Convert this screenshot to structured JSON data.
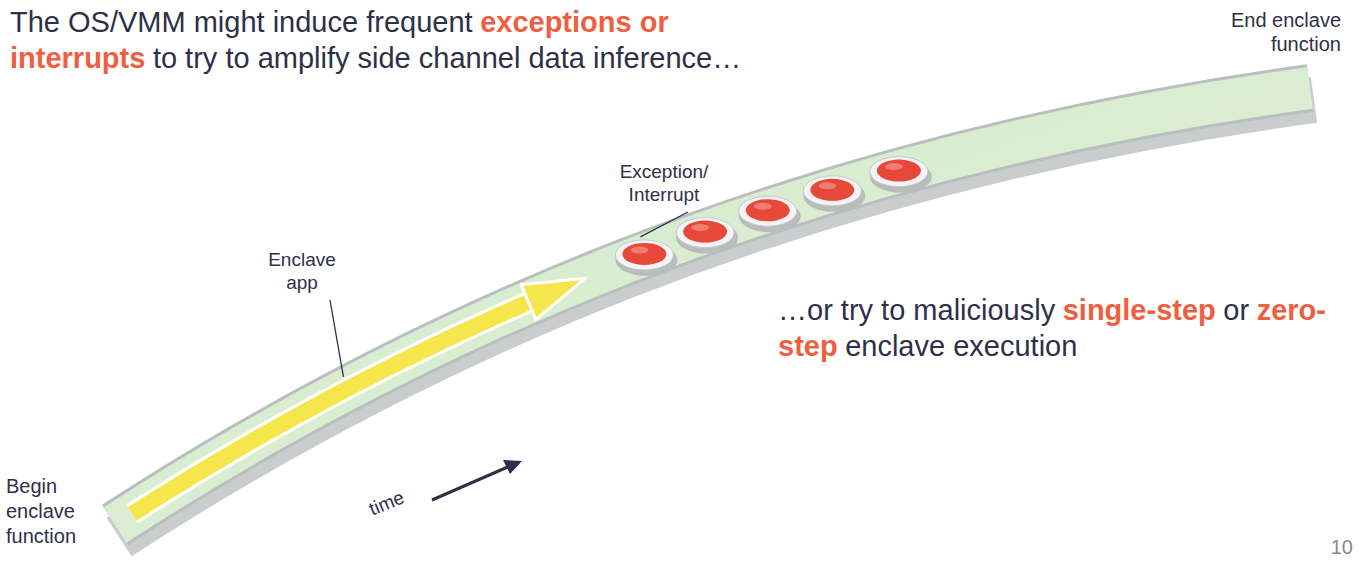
{
  "diagram": {
    "labels": [
      "The OS/VMM might induce frequent",
      "exceptions or interrupts",
      "to try to amplify side channel data inference…",
      "End enclave function",
      "Exception/ Interrupt",
      "Enclave app",
      "…or try to maliciously",
      "single-step",
      "or",
      "zero-step",
      "enclave execution",
      "time",
      "Begin enclave function",
      "10"
    ]
  }
}
